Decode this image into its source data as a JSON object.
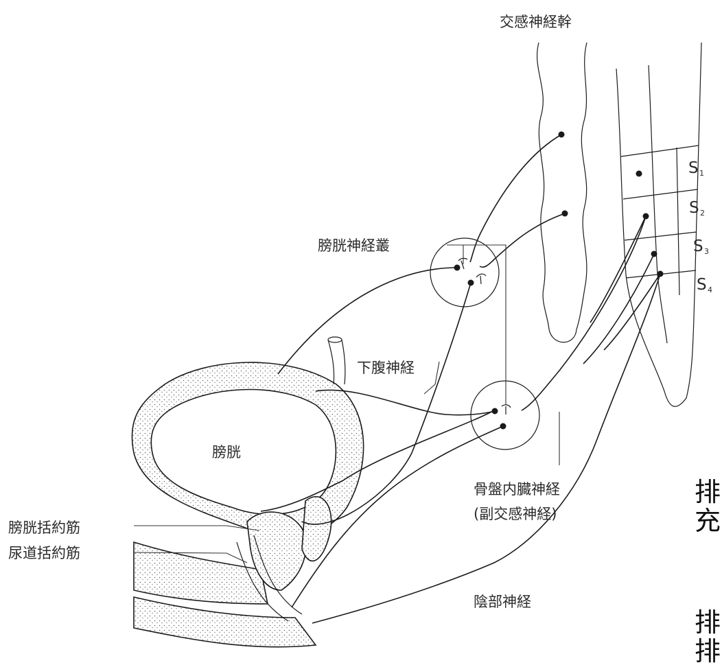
{
  "labels": {
    "sympathetic_trunk": "交感神経幹",
    "vesical_plexus": "膀胱神経叢",
    "hypogastric_nerve": "下腹神経",
    "bladder": "膀胱",
    "pelvic_splanchnic_line1": "骨盤内臓神経",
    "pelvic_splanchnic_line2": "(副交感神経)",
    "bladder_sphincter": "膀胱括約筋",
    "urethral_sphincter": "尿道括約筋",
    "pudendal_nerve": "陰部神経"
  },
  "spinal_segments": [
    {
      "letter": "S",
      "sub": "1"
    },
    {
      "letter": "S",
      "sub": "2"
    },
    {
      "letter": "S",
      "sub": "3"
    },
    {
      "letter": "S",
      "sub": "4"
    }
  ],
  "cropped_text": {
    "line1": "排",
    "line1b": "充",
    "line2": "排",
    "line2b": "排"
  }
}
